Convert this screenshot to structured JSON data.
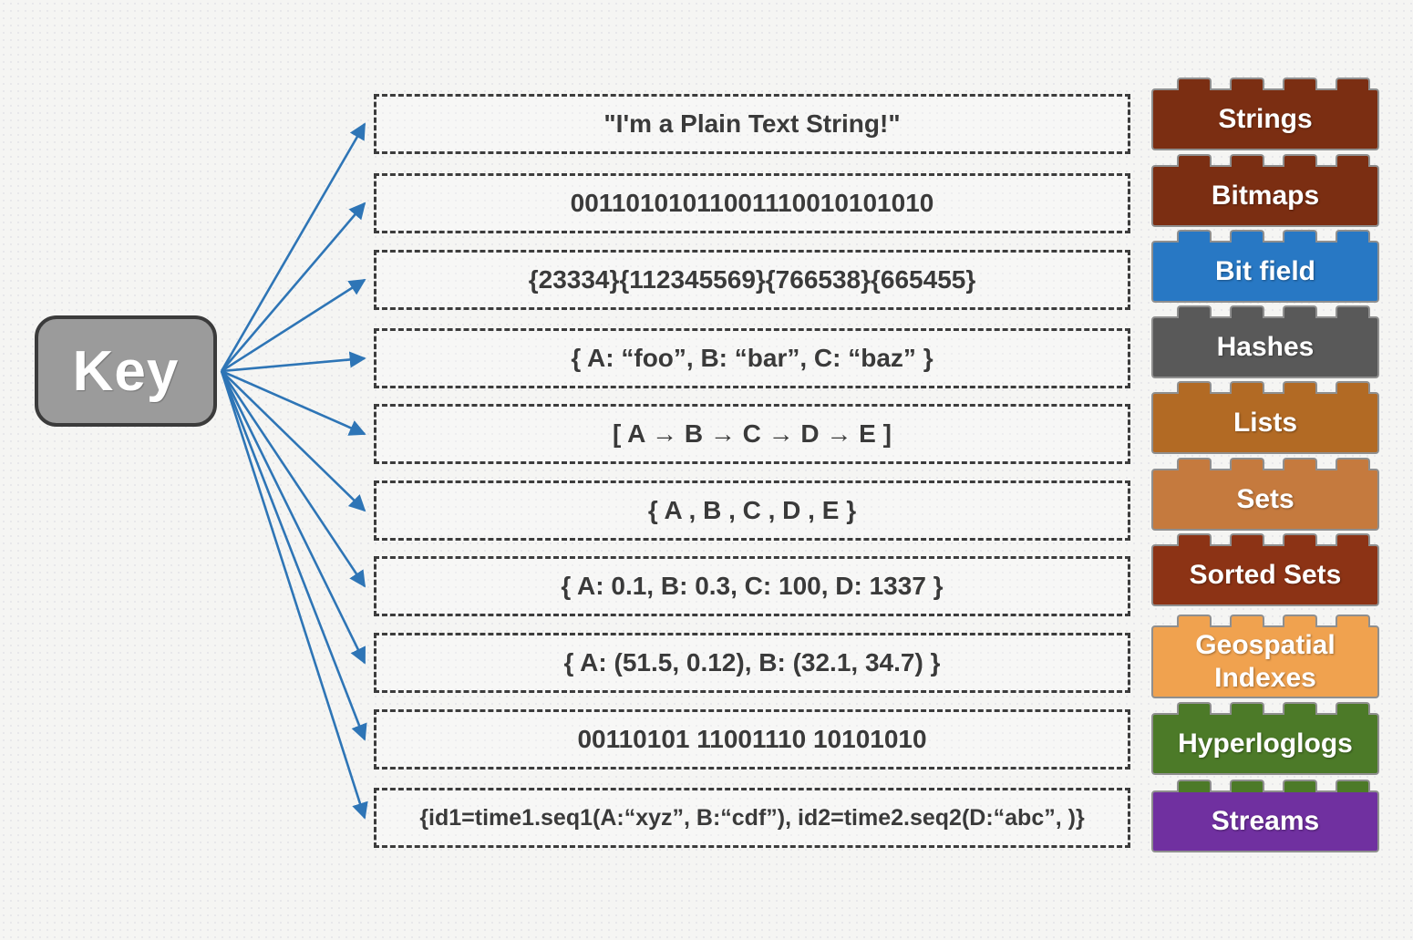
{
  "diagram": {
    "key_label": "Key",
    "arrow_color": "#2E75B6",
    "rows": [
      {
        "value": "\"I'm a Plain Text String!\"",
        "brick": {
          "label": "Strings",
          "color": "#7B2E12",
          "stud_color": "#7B2E12"
        }
      },
      {
        "value": "00110101011001110010101010",
        "brick": {
          "label": "Bitmaps",
          "color": "#7B2E12",
          "stud_color": "#7B2E12"
        }
      },
      {
        "value": "{23334}{112345569}{766538}{665455}",
        "brick": {
          "label": "Bit field",
          "color": "#2878C4",
          "stud_color": "#2878C4"
        }
      },
      {
        "value": "{ A: “foo”, B: “bar”, C: “baz”  }",
        "brick": {
          "label": "Hashes",
          "color": "#595959",
          "stud_color": "#595959"
        }
      },
      {
        "value": "[ A → B → C → D → E ]",
        "brick": {
          "label": "Lists",
          "color": "#B26A24",
          "stud_color": "#B26A24"
        }
      },
      {
        "value": "{  A , B , C , D , E  }",
        "brick": {
          "label": "Sets",
          "color": "#C57A3E",
          "stud_color": "#C57A3E"
        }
      },
      {
        "value": "{ A: 0.1, B: 0.3, C: 100, D: 1337 }",
        "brick": {
          "label": "Sorted Sets",
          "color": "#8C3315",
          "stud_color": "#8C3315"
        }
      },
      {
        "value": "{ A: (51.5, 0.12), B: (32.1, 34.7)  }",
        "brick": {
          "label": "Geospatial Indexes",
          "color": "#F0A24F",
          "stud_color": "#F0A24F"
        }
      },
      {
        "value": "00110101 11001110 10101010",
        "brick": {
          "label": "Hyperloglogs",
          "color": "#4C7A28",
          "stud_color": "#4C7A28"
        }
      },
      {
        "value": "{id1=time1.seq1(A:“xyz”, B:“cdf”), id2=time2.seq2(D:“abc”, )}",
        "brick": {
          "label": "Streams",
          "color": "#7030A0",
          "stud_color": "#4C7A28"
        }
      }
    ]
  }
}
